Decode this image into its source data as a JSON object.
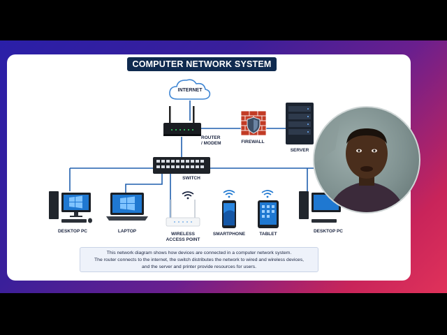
{
  "diagram": {
    "title": "COMPUTER NETWORK SYSTEM",
    "nodes": {
      "internet": "INTERNET",
      "router": [
        "ROUTER",
        "/ MODEM"
      ],
      "firewall": "FIREWALL",
      "server": "SERVER",
      "switch": "SWITCH",
      "desktop_left": "DESKTOP PC",
      "laptop": "LAPTOP",
      "wap": [
        "WIRELESS",
        "ACCESS POINT"
      ],
      "smartphone": "SMARTPHONE",
      "tablet": "TABLET",
      "desktop_right": "DESKTOP PC"
    },
    "caption": [
      "This network diagram shows how devices are connected in a computer network system.",
      "The router connects to the internet, the switch distributes the network to wired and wireless devices,",
      "and the server and printer provide resources for users."
    ]
  },
  "colors": {
    "wire": "#1f5fae",
    "title_bg": "#0f2a4f"
  }
}
